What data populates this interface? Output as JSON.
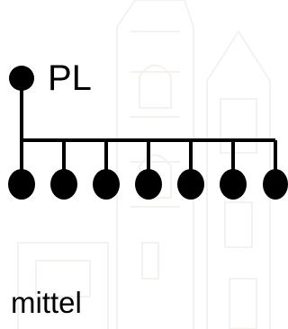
{
  "diagram": {
    "root_label": "PL",
    "caption": "mittel",
    "leaf_count": 7
  },
  "colors": {
    "ink": "#000000",
    "watermark": "#c9b6a9"
  }
}
